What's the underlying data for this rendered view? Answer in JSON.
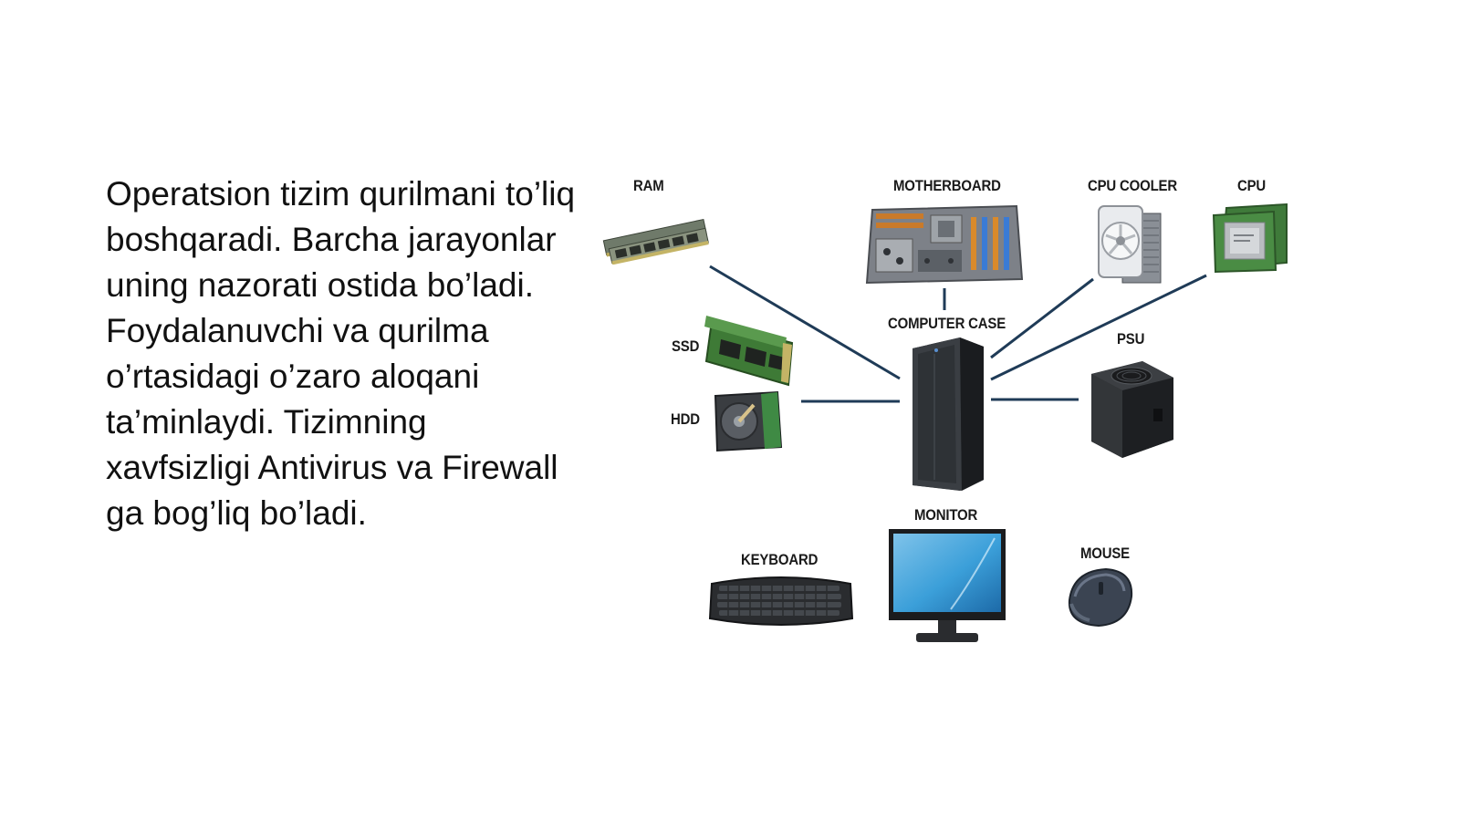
{
  "slide": {
    "paragraph": "Operatsion tizim qurilmani to’liq boshqaradi. Barcha jarayonlar uning nazorati ostida bo’ladi. Foydalanuvchi va qurilma o’rtasidagi o’zaro aloqani ta’minlaydi. Tizimning xavfsizligi Antivirus va Firewall ga bog’liq bo’ladi."
  },
  "diagram": {
    "labels": {
      "ram": "RAM",
      "motherboard": "MOTHERBOARD",
      "cpu_cooler": "CPU COOLER",
      "cpu": "CPU",
      "computer_case": "COMPUTER CASE",
      "ssd": "SSD",
      "hdd": "HDD",
      "psu": "PSU",
      "monitor": "MONITOR",
      "keyboard": "KEYBOARD",
      "mouse": "MOUSE"
    },
    "connector_color": "#1f3b57"
  }
}
